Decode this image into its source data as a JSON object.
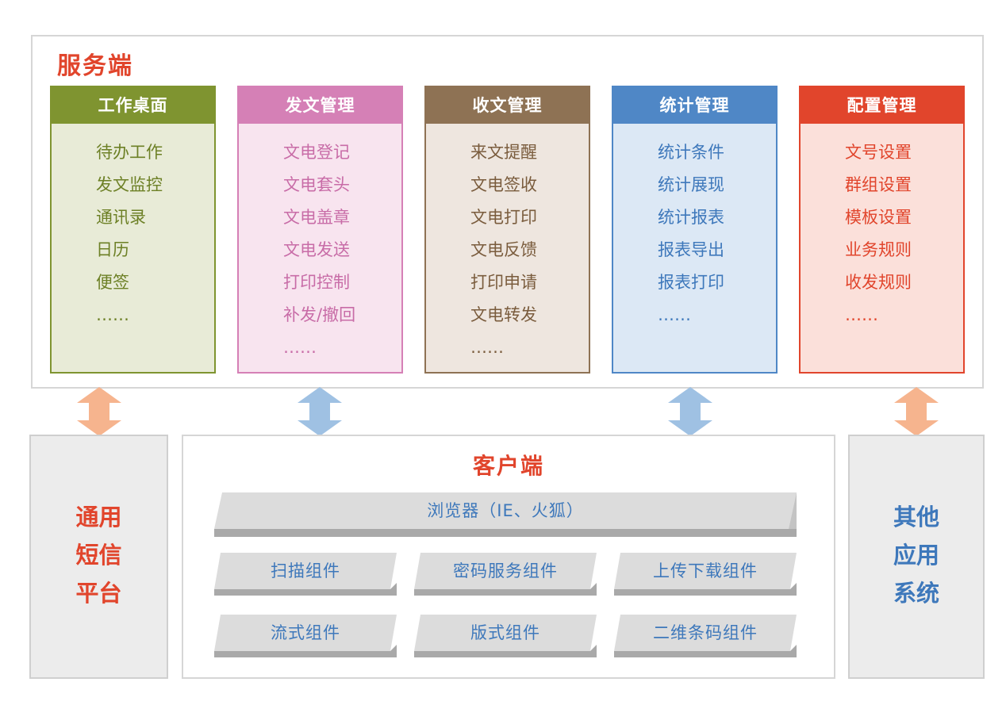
{
  "server": {
    "title": "服务端",
    "modules": [
      {
        "title": "工作桌面",
        "items": [
          "待办工作",
          "发文监控",
          "通讯录",
          "日历",
          "便签",
          "……"
        ]
      },
      {
        "title": "发文管理",
        "items": [
          "文电登记",
          "文电套头",
          "文电盖章",
          "文电发送",
          "打印控制",
          "补发/撤回",
          "……"
        ]
      },
      {
        "title": "收文管理",
        "items": [
          "来文提醒",
          "文电签收",
          "文电打印",
          "文电反馈",
          "打印申请",
          "文电转发",
          "……"
        ]
      },
      {
        "title": "统计管理",
        "items": [
          "统计条件",
          "统计展现",
          "统计报表",
          "报表导出",
          "报表打印",
          "……"
        ]
      },
      {
        "title": "配置管理",
        "items": [
          "文号设置",
          "群组设置",
          "模板设置",
          "业务规则",
          "收发规则",
          "……"
        ]
      }
    ]
  },
  "sms_platform": {
    "lines": [
      "通用",
      "短信",
      "平台"
    ]
  },
  "other_systems": {
    "lines": [
      "其他",
      "应用",
      "系统"
    ]
  },
  "client": {
    "title": "客户端",
    "browser": "浏览器（IE、火狐）",
    "components": [
      [
        "扫描组件",
        "密码服务组件",
        "上传下载组件"
      ],
      [
        "流式组件",
        "版式组件",
        "二维条码组件"
      ]
    ]
  },
  "colors": {
    "title_red": "#e1452c",
    "desktop_green": "#7f9430",
    "dispatch_pink": "#d580b6",
    "receive_brown": "#8e7254",
    "stats_blue": "#4f87c6",
    "config_red": "#e1452c",
    "arrow_orange": "#f6b48e",
    "arrow_blue": "#9fc1e3"
  }
}
